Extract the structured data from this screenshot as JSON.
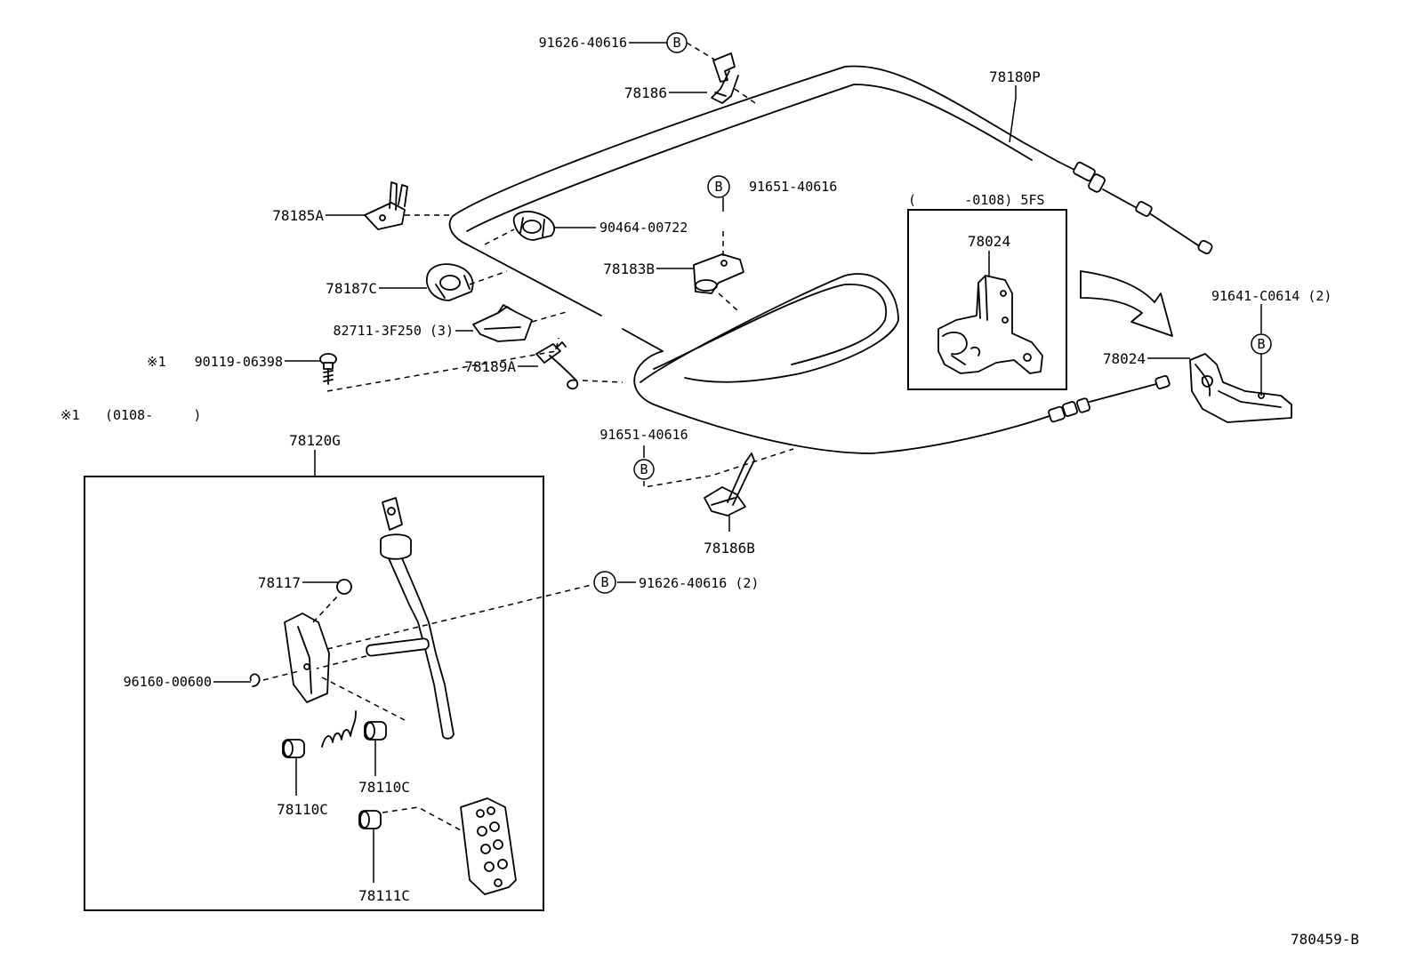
{
  "diagram_id": "780459-B",
  "callouts": {
    "c91626_top": "91626-40616",
    "c78186": "78186",
    "c78180P": "78180P",
    "c78185A": "78185A",
    "c90464": "90464-00722",
    "c91651_a": "91651-40616",
    "c78183B": "78183B",
    "c78187C": "78187C",
    "c82711": "82711-3F250 (3)",
    "c90119": "90119-06398",
    "c78189A": "78189A",
    "c91651_b": "91651-40616",
    "c78186B": "78186B",
    "c78024_inset": "78024",
    "c78024": "78024",
    "c91641": "91641-C0614 (2)",
    "c78120G": "78120G",
    "c78117": "78117",
    "c91626_pedal": "91626-40616 (2)",
    "c96160": "96160-00600",
    "c78110C_a": "78110C",
    "c78110C_b": "78110C",
    "c78111C": "78111C"
  },
  "notes": {
    "mark": "※1",
    "mark_range": "(0108-     )",
    "inset_range": "(      -0108) 5FS"
  },
  "symbol_letter": "B"
}
